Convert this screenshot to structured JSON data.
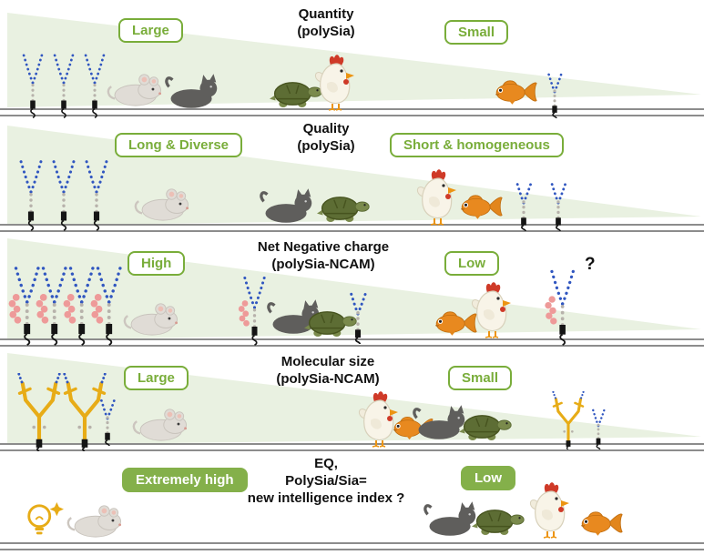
{
  "colors": {
    "accent_green": "#79ad3a",
    "filled_green": "#84b04a",
    "wedge_green": "#e9f1e1",
    "membrane_gray": "#8c8c8c",
    "text_black": "#111111",
    "polysia_blue": "#3056c0",
    "charge_pink": "#ee9a99",
    "glycan_yellow": "#e7ac17"
  },
  "rows": [
    {
      "id": "quantity",
      "title_lines": [
        "Quantity",
        "(polySia)"
      ],
      "left_label": "Large",
      "right_label": "Small",
      "label_style": "outline",
      "sequence": [
        "polysia-chain x3",
        "mouse",
        "cat",
        "turtle",
        "chicken",
        "goldfish",
        "polysia-chain-short"
      ]
    },
    {
      "id": "quality",
      "title_lines": [
        "Quality",
        "(polySia)"
      ],
      "left_label": "Long & Diverse",
      "right_label": "Short & homogeneous",
      "label_style": "outline",
      "sequence": [
        "polysia-chain x3",
        "mouse",
        "cat",
        "turtle",
        "chicken",
        "goldfish",
        "polysia-chain-short x2"
      ]
    },
    {
      "id": "net-negative-charge",
      "title_lines": [
        "Net Negative charge",
        "(polySia-NCAM)"
      ],
      "left_label": "High",
      "right_label": "Low",
      "label_style": "outline",
      "annotation": "?",
      "sequence": [
        "polysia-chain-charged x4",
        "mouse",
        "polysia-chain-charged",
        "cat",
        "turtle",
        "polysia-chain-short",
        "goldfish",
        "chicken",
        "polysia-chain-charged with question mark"
      ]
    },
    {
      "id": "molecular-size",
      "title_lines": [
        "Molecular size",
        "(polySia-NCAM)"
      ],
      "left_label": "Large",
      "right_label": "Small",
      "label_style": "outline",
      "sequence": [
        "branched-glycan x2",
        "polysia-chain-short",
        "mouse",
        "chicken",
        "goldfish",
        "cat",
        "turtle",
        "branched-glycan-small",
        "polysia-chain-short"
      ]
    },
    {
      "id": "eq-intelligence-index",
      "title_lines": [
        "EQ,",
        "PolySia/Sia=",
        "new intelligence index ?"
      ],
      "left_label": "Extremely high",
      "right_label": "Low",
      "label_style": "filled",
      "sequence": [
        "lightbulb",
        "mouse",
        "cat",
        "turtle",
        "chicken",
        "goldfish"
      ]
    }
  ],
  "icons": {
    "polysia-chain-icon": "polySia chain on NCAM membrane anchor (blue dotted arms)",
    "polysia-chain-short-icon": "short polySia chain on NCAM membrane anchor",
    "polysia-chain-charged-icon": "polySia-NCAM chain with pink negative-charge beads",
    "branched-glycan-icon": "large yellow branched glycan (polySia-NCAM)",
    "lightbulb-icon": "idea lightbulb with sparkle",
    "mouse-icon": "mouse",
    "cat-icon": "cat",
    "turtle-icon": "turtle",
    "chicken-icon": "chicken",
    "goldfish-icon": "goldfish"
  }
}
